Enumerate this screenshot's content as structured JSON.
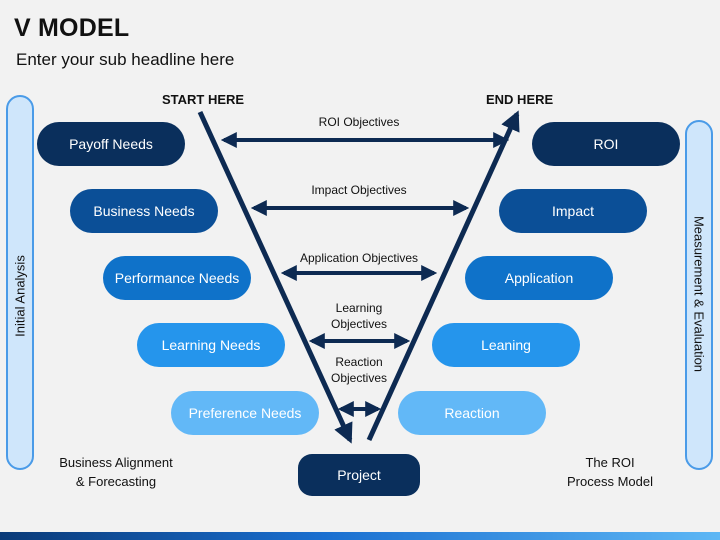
{
  "header": {
    "title": "V MODEL",
    "subtitle": "Enter your sub headline here"
  },
  "labels": {
    "start": "START HERE",
    "end": "END HERE"
  },
  "side": {
    "left": "Initial Analysis",
    "right": "Measurement & Evaluation"
  },
  "left_items": [
    "Payoff Needs",
    "Business Needs",
    "Performance Needs",
    "Learning Needs",
    "Preference Needs"
  ],
  "right_items": [
    "ROI",
    "Impact",
    "Application",
    "Leaning",
    "Reaction"
  ],
  "objectives": {
    "roi": "ROI Objectives",
    "impact": "Impact Objectives",
    "application": "Application Objectives",
    "learning_1": "Learning",
    "learning_2": "Objectives",
    "reaction_1": "Reaction",
    "reaction_2": "Objectives"
  },
  "project": "Project",
  "notes": {
    "left_1": "Business Alignment",
    "left_2": "& Forecasting",
    "right_1": "The ROI",
    "right_2": "Process Model"
  },
  "colors": {
    "level1": "#0a2f5c",
    "level2": "#0b4f97",
    "level3": "#0f72c9",
    "level4": "#2595ec",
    "level5": "#62b8f7",
    "arrow": "#0d2a52"
  }
}
